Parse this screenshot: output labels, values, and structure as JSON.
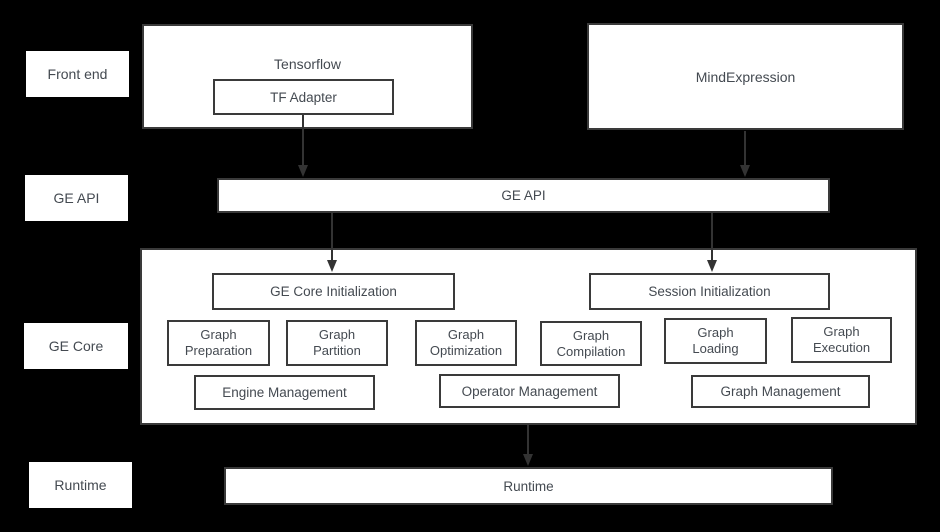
{
  "colors": {
    "bg": "#000000",
    "box_bg": "#ffffff",
    "border": "#3a3a3a",
    "text": "#444a51",
    "arrow": "#333333"
  },
  "side_labels": [
    {
      "label": "Front end"
    },
    {
      "label": "GE API"
    },
    {
      "label": "GE Core"
    },
    {
      "label": "Runtime"
    }
  ],
  "front_end": {
    "tensorflow": {
      "title": "Tensorflow",
      "adapter": "TF Adapter"
    },
    "mind_expression": {
      "title": "MindExpression"
    }
  },
  "ge_api_bar": {
    "label": "GE API"
  },
  "ge_core": {
    "init_boxes": [
      {
        "label": "GE Core Initialization"
      },
      {
        "label": "Session Initialization"
      }
    ],
    "stage_boxes": [
      {
        "line1": "Graph",
        "line2": "Preparation"
      },
      {
        "line1": "Graph",
        "line2": "Partition"
      },
      {
        "line1": "Graph",
        "line2": "Optimization"
      },
      {
        "line1": "Graph",
        "line2": "Compilation"
      },
      {
        "line1": "Graph",
        "line2": "Loading"
      },
      {
        "line1": "Graph",
        "line2": "Execution"
      }
    ],
    "management_boxes": [
      {
        "label": "Engine Management"
      },
      {
        "label": "Operator Management"
      },
      {
        "label": "Graph Management"
      }
    ]
  },
  "runtime_bar": {
    "label": "Runtime"
  }
}
